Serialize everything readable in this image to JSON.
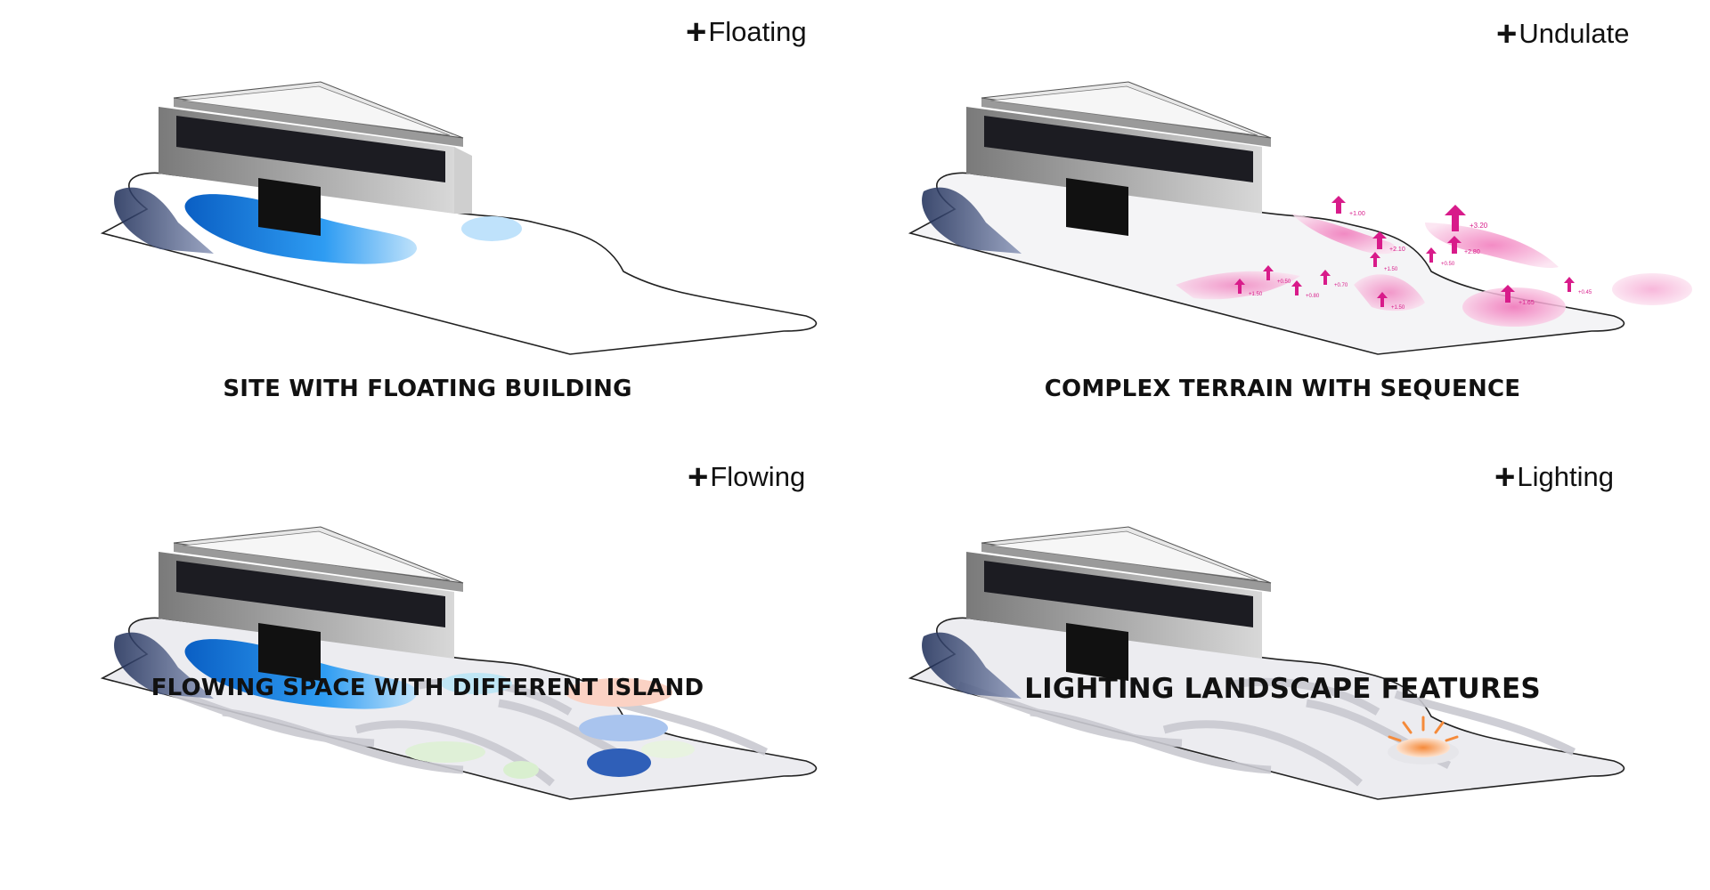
{
  "panels": [
    {
      "tag": "Floating",
      "caption": "SITE WITH FLOATING BUILDING"
    },
    {
      "tag": "Undulate",
      "caption": "COMPLEX TERRAIN WITH SEQUENCE"
    },
    {
      "tag": "Flowing",
      "caption": "FLOWING SPACE WITH DIFFERENT ISLAND"
    },
    {
      "tag": "Lighting",
      "caption": "LIGHTING LANDSCAPE FEATURES"
    }
  ],
  "elevations": [
    "+1.00",
    "+3.20",
    "+2.10",
    "+2.80",
    "+0.50",
    "+1.50",
    "+0.70",
    "+1.50",
    "+0.80",
    "+1.65",
    "+0.50",
    "+1.50",
    "+0.45"
  ],
  "colors": {
    "water": "#1e8ff0",
    "elevation": "#d81b8a",
    "light": "#f58a3a",
    "outline": "#222222",
    "text": "#111111"
  }
}
